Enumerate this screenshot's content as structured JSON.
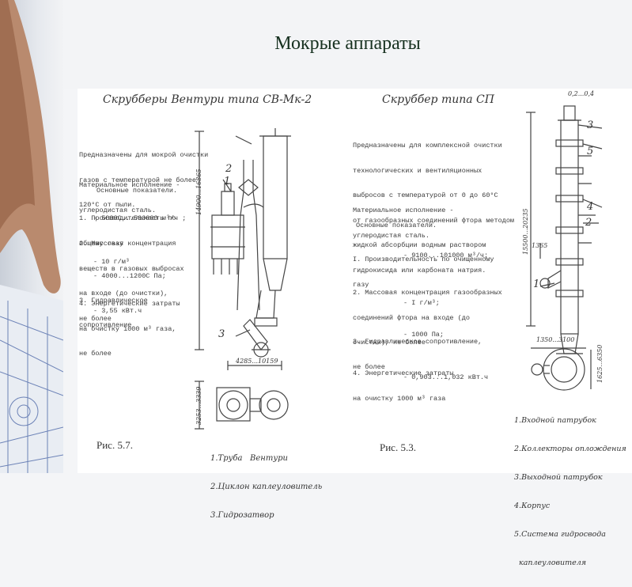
{
  "slide_title": "Мокрые аппараты",
  "left": {
    "heading": "Скрубберы Вентури типа СВ-Мк-2",
    "description": [
      "Предназначены для мокрой очистки",
      "газов с температурой не более",
      "120°С от пыли."
    ],
    "material": [
      "Материальное исполнение -",
      "углеродистая сталь."
    ],
    "params_heading": "Основные показатели.",
    "param1": [
      "1. Производительность по",
      "общему газу"
    ],
    "param1_value": "- 5000С...500000 м³/ч ;",
    "param2": [
      "2. Массовая концентрация",
      "веществ в газовых выбросах",
      "на входе (до очистки),",
      "не более"
    ],
    "param2_value": "- 10 г/м³",
    "param3": [
      "3. Гидравлическое",
      "сопротивление"
    ],
    "param3_value": "- 4000...1200С Па;",
    "param4": [
      "4. Энергетические затраты",
      "на очистку 1000 м³ газа,",
      "не более"
    ],
    "param4_value": "- 3,55 кВт.ч",
    "caption": "Рис. 5.7.",
    "dim_height": "14900...16865",
    "dim_width": "4285...10159",
    "dim_plan": "3253...3339",
    "labels": [
      "1",
      "2",
      "3"
    ],
    "legend": [
      "1.Труба   Вентури",
      "2.Циклон каплеуловитель",
      "3.Гидрозатвор"
    ]
  },
  "right": {
    "heading": "Скруббер типа СП",
    "description": [
      "Предназначены для комплексной очистки",
      "технологических и вентиляционных",
      "выбросов с температурой от 0 до 60°С",
      "от газообразных соединений фтора методом",
      "жидкой абсорбции водным раствором",
      "гидрокисида или карбоната натрия."
    ],
    "material": [
      "Материальное исполнение -",
      "углеродистая сталь."
    ],
    "params_heading": "Основные показатели.",
    "param1": [
      "I. Производительность по очищенному",
      "газу"
    ],
    "param1_value": "- 9100...101000 м³/ч;",
    "param2": [
      "2. Массовая концентрация газообразных",
      "соединений фтора на входе (до",
      "очистки), не более"
    ],
    "param2_value": "- I г/м³;",
    "param3": [
      "3. Гидравлическое сопротивление,",
      "не более"
    ],
    "param3_value": "- 1000 Па;",
    "param4": [
      "4. Энергетические затраты",
      "на очистку 1000 м³ газа"
    ],
    "param4_value": "- 0,903...1,032 кВт.ч",
    "caption": "Рис. 5.3.",
    "dim_height": "15500...20235",
    "dim_top": "0,2...0,4",
    "dim_plan_w": "1350...3100",
    "dim_plan_h": "1625...6350",
    "dim_small": "1365",
    "labels": [
      "3",
      "5",
      "4",
      "2",
      "1"
    ],
    "legend": [
      "1.Входной патрубок",
      "2.Коллекторы оплождения",
      "3.Выходной патрубок",
      "4.Корпус",
      "5.Система гидросвода",
      "  каплеуловителя"
    ]
  },
  "colors": {
    "title": "#16301f",
    "ink": "#3a3a3a"
  }
}
